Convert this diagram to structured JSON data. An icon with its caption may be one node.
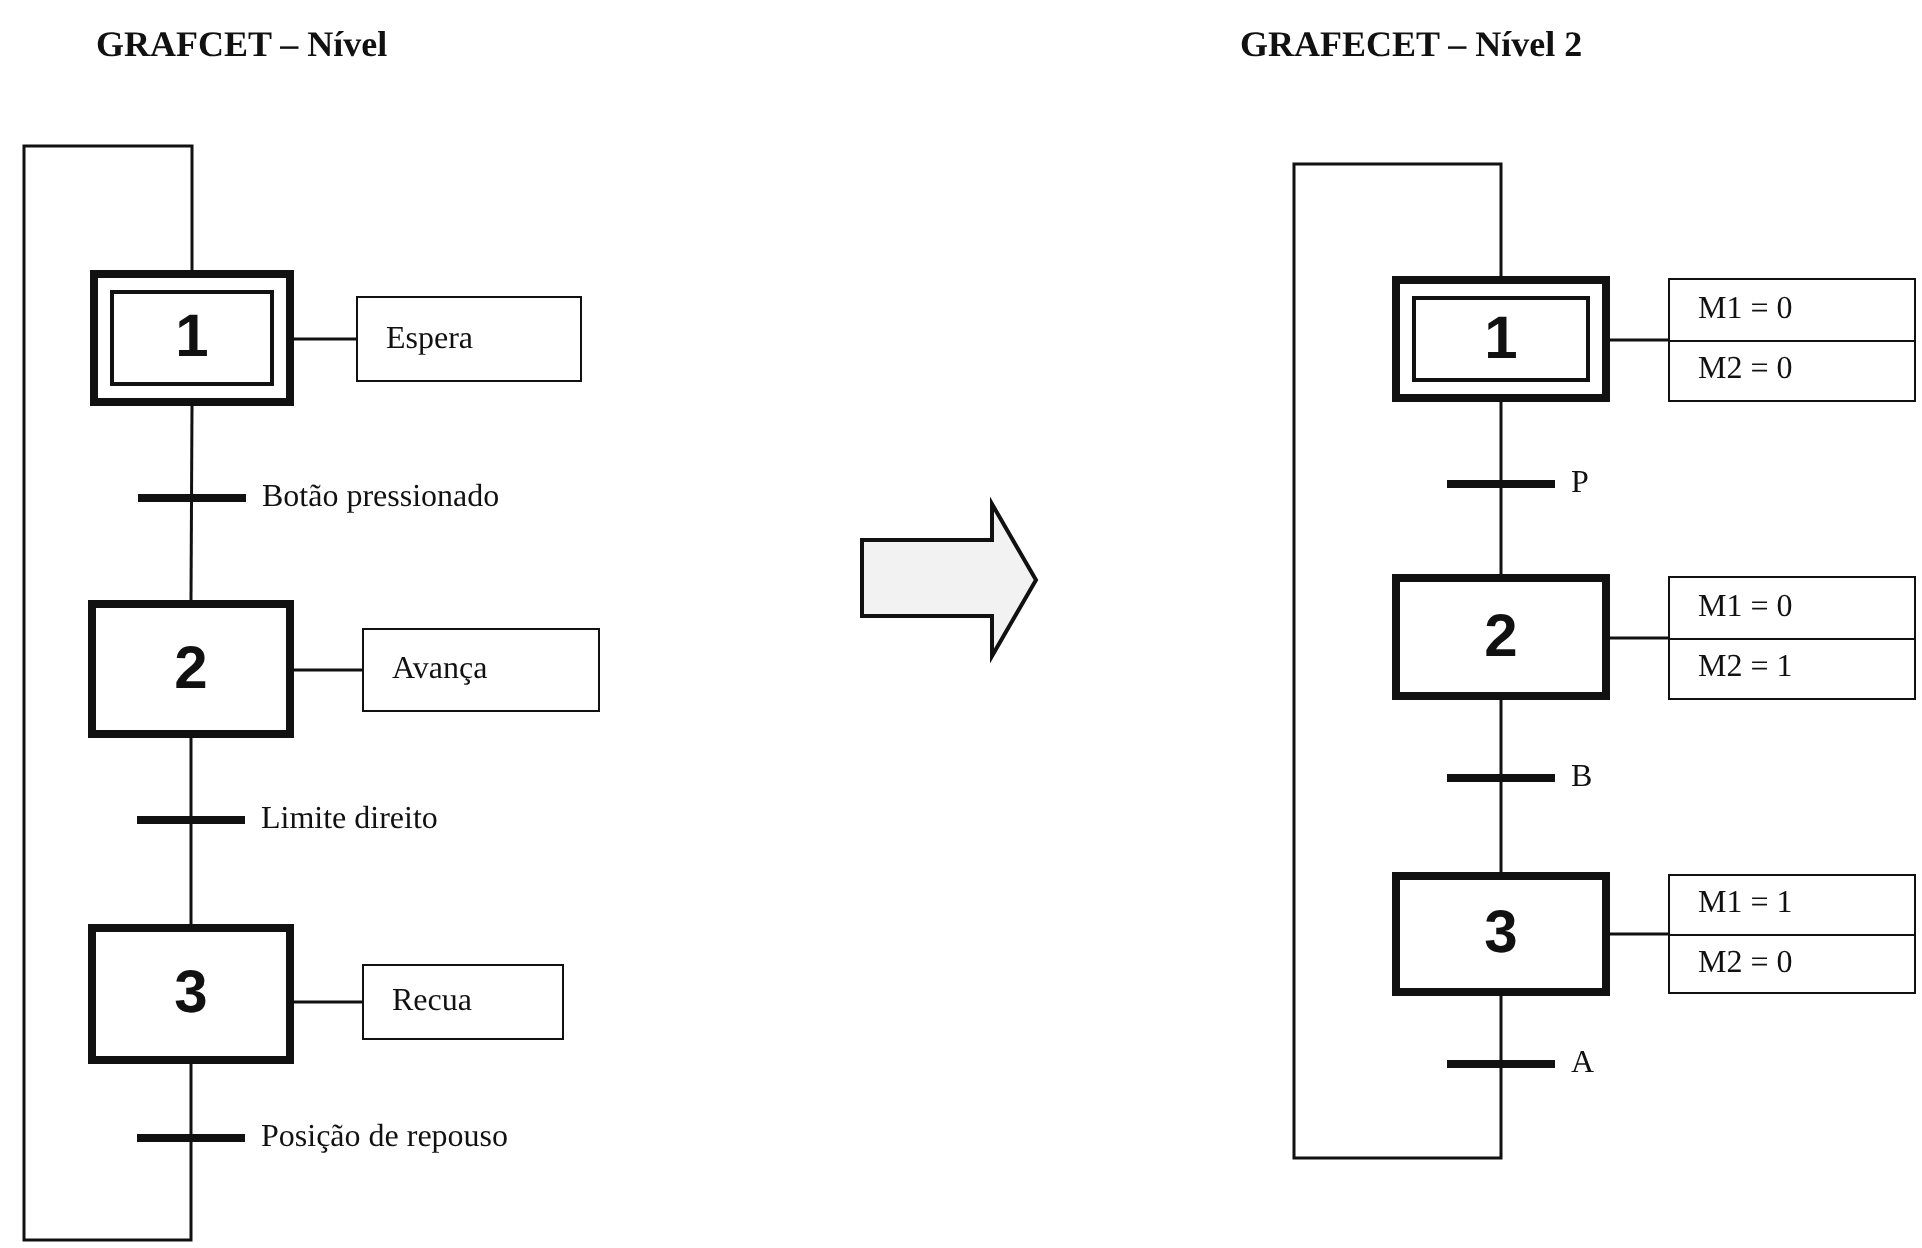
{
  "diagram": {
    "nodes": [
      {
        "text": [
          "1"
        ]
      },
      {
        "text": [
          "Espera"
        ]
      },
      {
        "text": [
          "2"
        ]
      },
      {
        "text": [
          "Avança"
        ]
      },
      {
        "text": [
          "3"
        ]
      },
      {
        "text": [
          "Recua"
        ]
      },
      {
        "text": [
          "1"
        ]
      },
      {
        "text": [
          "M1 = 0",
          "M2 = 0"
        ]
      },
      {
        "text": [
          "2"
        ]
      },
      {
        "text": [
          "M1 = 0",
          "M2 = 1"
        ]
      },
      {
        "text": [
          "3"
        ]
      },
      {
        "text": [
          "M1 = 1",
          "M2 = 0"
        ]
      }
    ],
    "edges": [
      {
        "from": 0,
        "to": 1,
        "arrow": "none"
      },
      {
        "from": 0,
        "to": 2,
        "arrow": "none",
        "label": "Botão pressionado"
      },
      {
        "from": 2,
        "to": 3,
        "arrow": "none"
      },
      {
        "from": 2,
        "to": 4,
        "arrow": "none",
        "label": "Limite direito"
      },
      {
        "from": 4,
        "to": 5,
        "arrow": "none"
      },
      {
        "from": 4,
        "to": 0,
        "arrow": "none",
        "label": "Posição de repouso"
      },
      {
        "from": 6,
        "to": 7,
        "arrow": "none"
      },
      {
        "from": 6,
        "to": 8,
        "arrow": "none",
        "label": "P"
      },
      {
        "from": 8,
        "to": 9,
        "arrow": "none"
      },
      {
        "from": 8,
        "to": 10,
        "arrow": "none",
        "label": "B"
      },
      {
        "from": 10,
        "to": 11,
        "arrow": "none"
      },
      {
        "from": 10,
        "to": 6,
        "arrow": "none",
        "label": "A"
      }
    ],
    "labels": [
      "GRAFCET – Nível",
      "GRAFECET – Nível 2"
    ]
  }
}
